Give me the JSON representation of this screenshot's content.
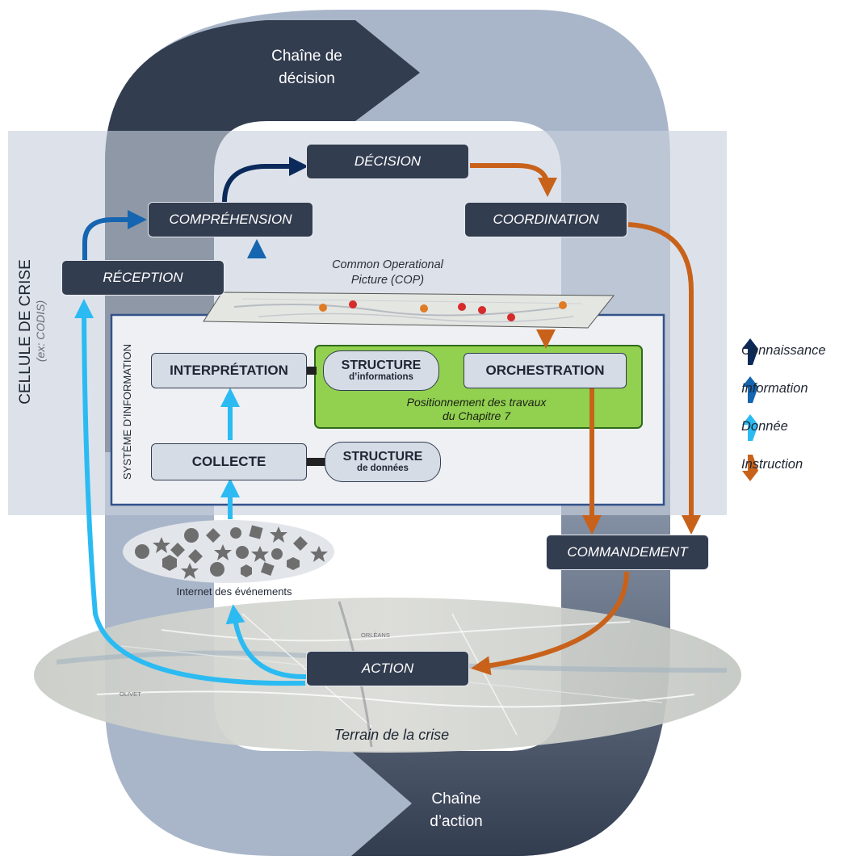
{
  "chains": {
    "decision_line1": "Chaîne de",
    "decision_line2": "décision",
    "action_line1": "Chaîne",
    "action_line2": "d’action"
  },
  "cell": {
    "title": "CELLULE DE CRISE",
    "example": "(ex: CODIS)"
  },
  "nodes": {
    "decision": "DÉCISION",
    "comprehension": "COMPRÉHENSION",
    "coordination": "COORDINATION",
    "reception": "RÉCEPTION",
    "commandement": "COMMANDEMENT",
    "action": "ACTION"
  },
  "cop": {
    "line1": "Common Operational",
    "line2": "Picture (COP)"
  },
  "system": {
    "title": "SYSTÈME D’INFORMATION",
    "interpretation": "INTERPRÉTATION",
    "collecte": "COLLECTE",
    "structure_info_big": "STRUCTURE",
    "structure_info_small": "d’informations",
    "structure_data_big": "STRUCTURE",
    "structure_data_small": "de données",
    "orchestration": "ORCHESTRATION",
    "green_line1": "Positionnement des travaux",
    "green_line2": "du Chapitre 7"
  },
  "internet_label": "Internet des événements",
  "terrain_label": "Terrain de la crise",
  "map_labels": {
    "city": "ORLÉANS",
    "olivet": "OLIVET"
  },
  "legend": [
    {
      "label": "Connaissance",
      "color": "#0b2a5b"
    },
    {
      "label": "Information",
      "color": "#1565b0"
    },
    {
      "label": "Donnée",
      "color": "#2bbbf2"
    },
    {
      "label": "Instruction",
      "color": "#c8621a"
    }
  ],
  "colors": {
    "slate_dark": "#333d50",
    "slate_light": "#a9b6c9",
    "cell_band": "#c8d1dd",
    "green": "#8fd14f",
    "system_bg": "#eceef1"
  }
}
